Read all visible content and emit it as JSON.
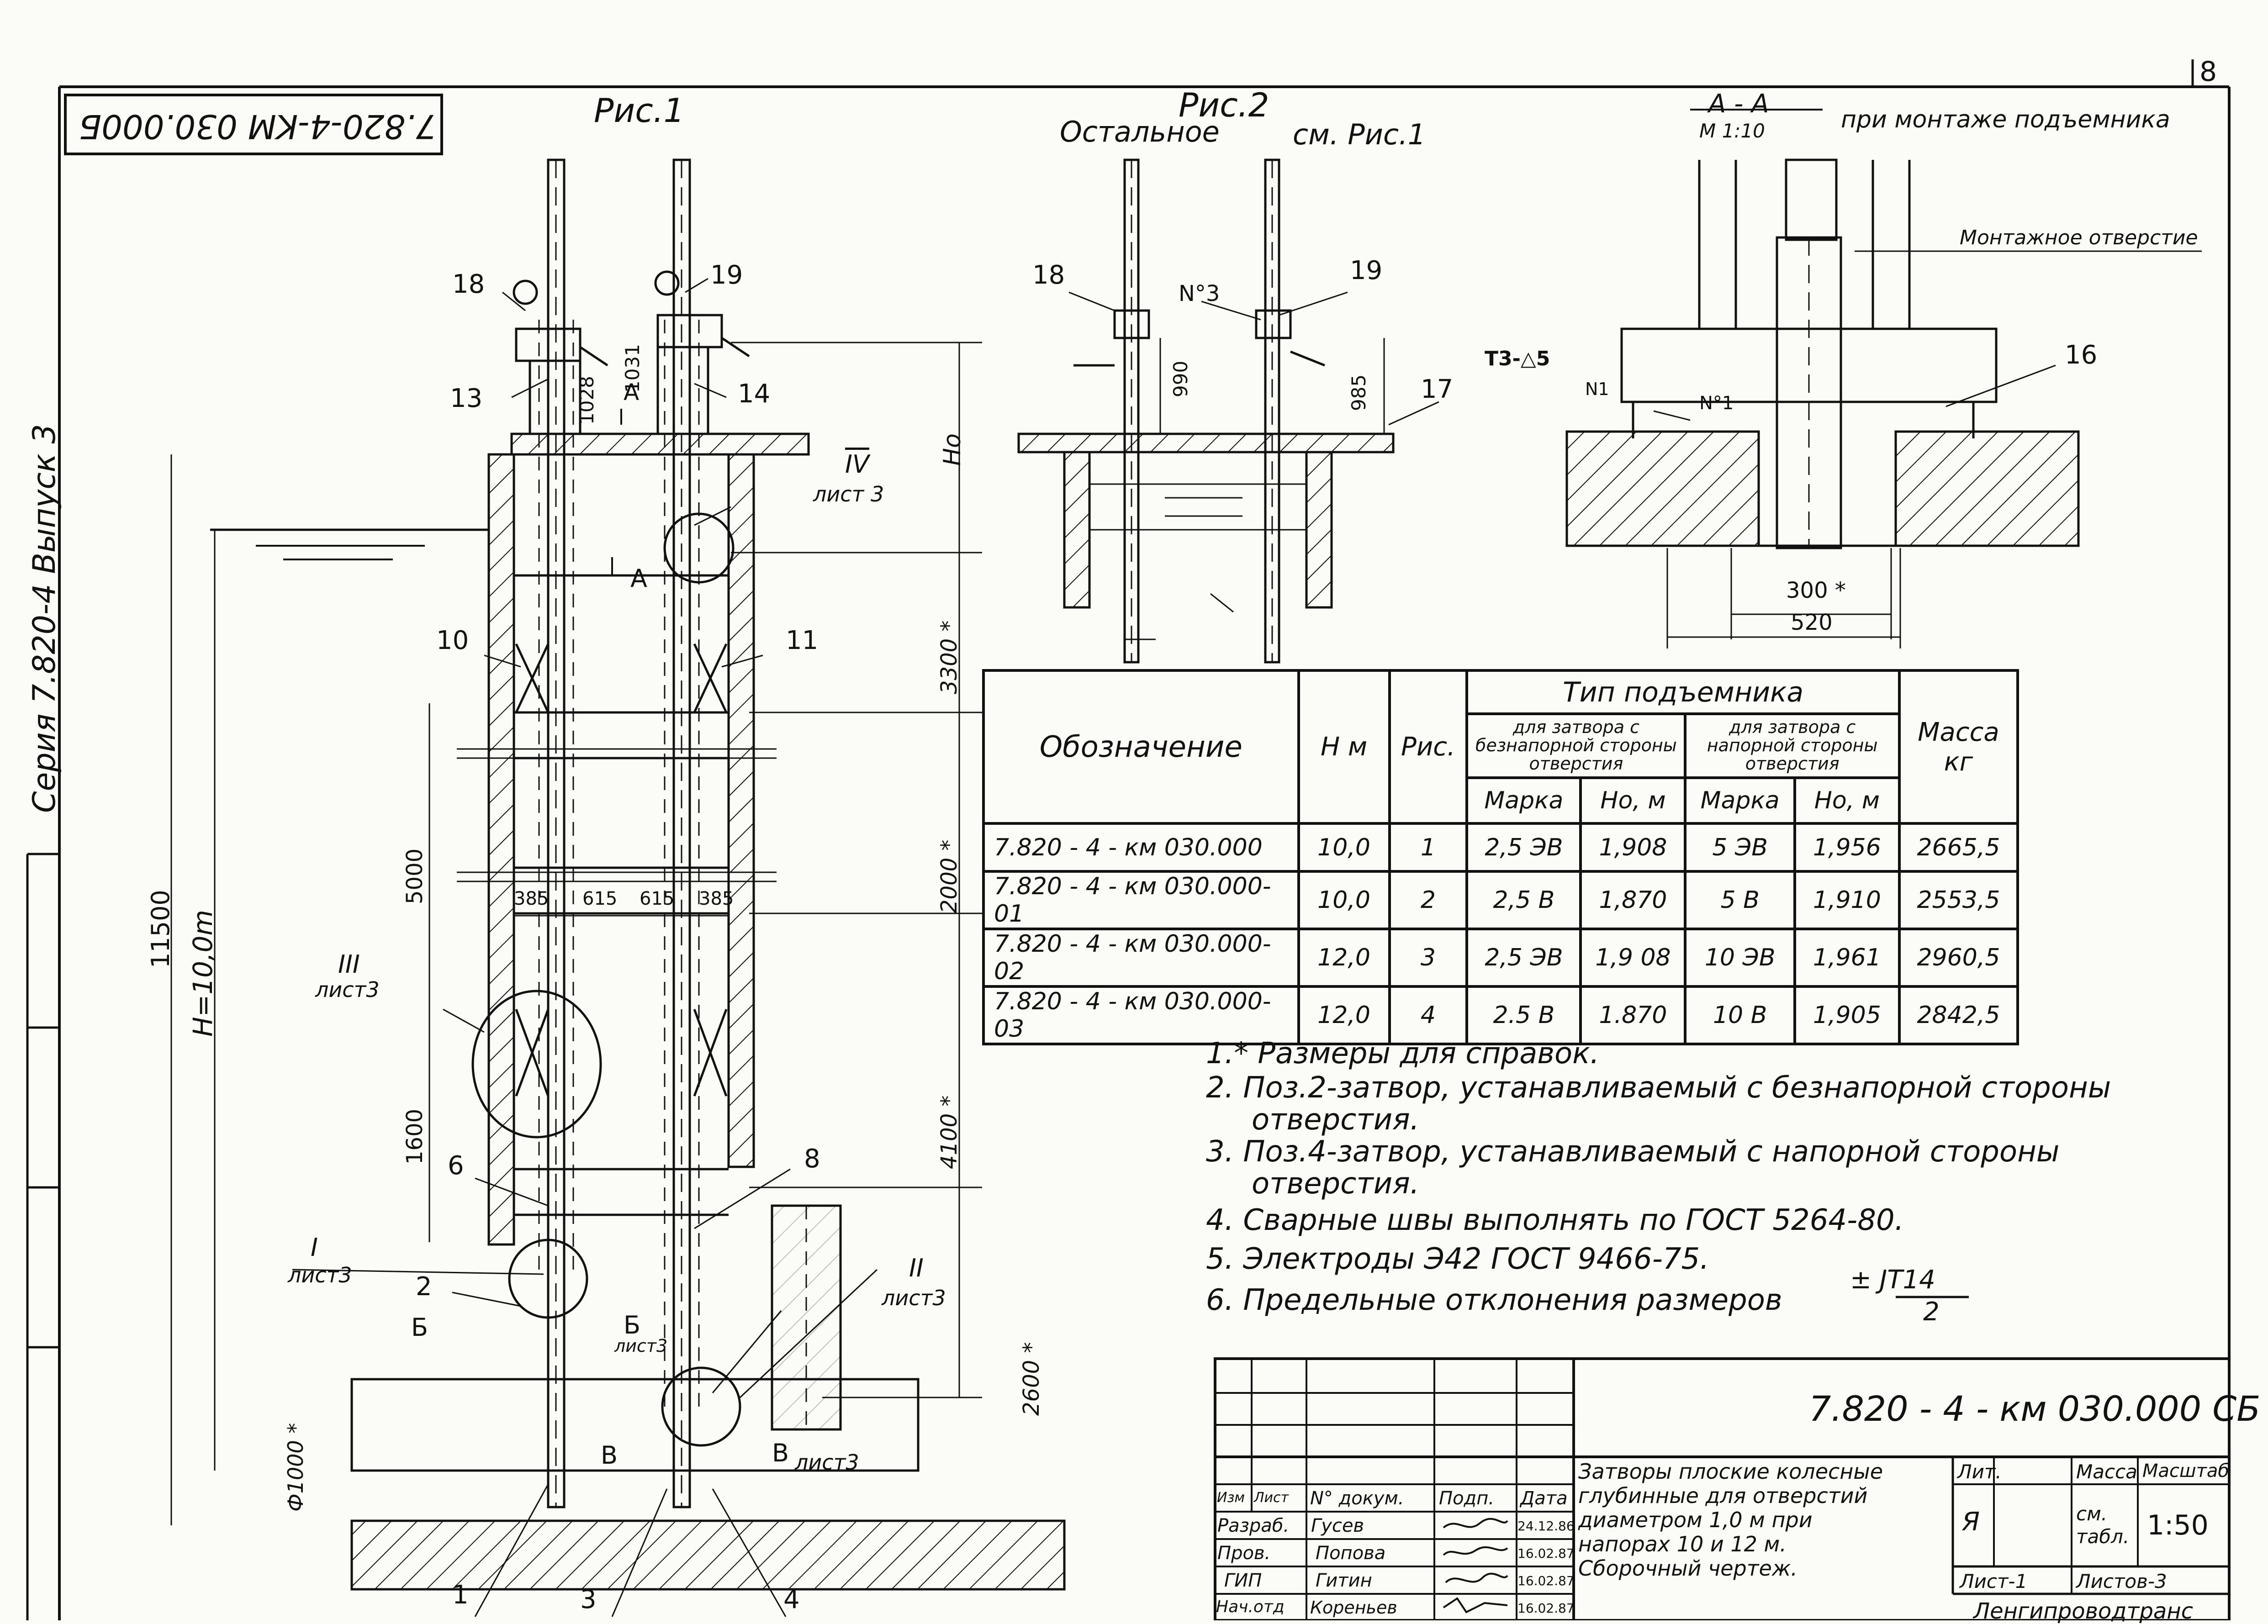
{
  "sheet": {
    "page_number": "8",
    "doc_code_rotated": "7.820-4-KM 030.000Б",
    "side_label": "Серия 7.820-4     Выпуск 3"
  },
  "figures": {
    "fig1_title": "Рис.1",
    "fig2_title": "Рис.2",
    "fig2_subtitle": "Остальное",
    "fig2_ref": "см. Рис.1",
    "section_title": "А - А",
    "section_scale": "М 1:10",
    "section_note": "при монтаже подъемника",
    "mount_hole": "Монтажное отверстие"
  },
  "callouts": {
    "fig1": [
      "18",
      "19",
      "13",
      "14",
      "10",
      "11",
      "6",
      "8",
      "2",
      "1",
      "3",
      "4"
    ],
    "fig2": [
      "18",
      "19",
      "17",
      "N°3"
    ],
    "section": [
      "16",
      "N°1",
      "Т3-△5",
      "N1"
    ],
    "views": [
      "IV",
      "лист 3",
      "III",
      "лист3",
      "I",
      "лист3",
      "II",
      "лист3",
      "Б",
      "Б",
      "лист3",
      "В",
      "В",
      "лист3",
      "А",
      "А"
    ]
  },
  "dimensions": {
    "fig1": [
      "1028",
      "1031",
      "Но",
      "3300 *",
      "2000 *",
      "4100 *",
      "2600 *",
      "5000",
      "1600",
      "11500",
      "H=10,0m",
      "385",
      "615",
      "615",
      "385",
      "Ф1000 *"
    ],
    "fig2": [
      "990",
      "985"
    ],
    "section": [
      "300 *",
      "520"
    ]
  },
  "table": {
    "col_designation": "Обозначение",
    "col_h": "Н м",
    "col_fig": "Рис.",
    "col_lift_type": "Тип подъемника",
    "col_dry_side": "для затвора с безнапорной стороны отверстия",
    "col_wet_side": "для затвора с напорной стороны отверстия",
    "col_mark": "Марка",
    "col_ho": "Но, м",
    "col_mass": "Масса",
    "col_mass_unit": "кг",
    "rows": [
      {
        "designation": "7.820 - 4 - км 030.000",
        "h": "10,0",
        "fig": "1",
        "mark1": "2,5 ЭВ",
        "ho1": "1,908",
        "mark2": "5 ЭВ",
        "ho2": "1,956",
        "mass": "2665,5"
      },
      {
        "designation": "7.820 - 4 - км 030.000-01",
        "h": "10,0",
        "fig": "2",
        "mark1": "2,5 В",
        "ho1": "1,870",
        "mark2": "5 В",
        "ho2": "1,910",
        "mass": "2553,5"
      },
      {
        "designation": "7.820 - 4 - км 030.000-02",
        "h": "12,0",
        "fig": "3",
        "mark1": "2,5 ЭВ",
        "ho1": "1,9 08",
        "mark2": "10 ЭВ",
        "ho2": "1,961",
        "mass": "2960,5"
      },
      {
        "designation": "7.820 - 4 - км 030.000-03",
        "h": "12,0",
        "fig": "4",
        "mark1": "2.5 В",
        "ho1": "1.870",
        "mark2": "10 В",
        "ho2": "1,905",
        "mass": "2842,5"
      }
    ]
  },
  "notes": [
    "1.* Размеры для справок.",
    "2. Поз.2-затвор, устанавливаемый с безнапорной стороны",
    "отверстия.",
    "3. Поз.4-затвор, устанавливаемый с напорной стороны",
    "отверстия.",
    "4. Сварные швы выполнять по ГОСТ 5264-80.",
    "5. Электроды Э42 ГОСТ 9466-75.",
    "6. Предельные отклонения размеров",
    "± JT14",
    "2"
  ],
  "title_block": {
    "doc_code": "7.820 - 4 - км 030.000 СБ",
    "title_lines": [
      "Затворы плоские колесные",
      "глубинные для отверстий",
      "диаметром 1,0 м при",
      "напорах 10 и 12 м.",
      "Сборочный чертеж."
    ],
    "head": [
      "Изм",
      "Лист",
      "N° докум.",
      "Подп.",
      "Дата"
    ],
    "rows": [
      {
        "role": "Разраб.",
        "name": "Гусев",
        "date": "24.12.86"
      },
      {
        "role": "Пров.",
        "name": "Попова",
        "date": "16.02.87"
      },
      {
        "role": "ГИП",
        "name": "Гитин",
        "date": "16.02.87"
      },
      {
        "role": "Нач.отд",
        "name": "Кореньев",
        "date": "16.02.87"
      }
    ],
    "lit_label": "Лит.",
    "lit_value": "Я",
    "mass_label": "Масса",
    "mass_value": "см. табл.",
    "scale_label": "Масштаб",
    "scale_value": "1:50",
    "sheet_label": "Лист-1",
    "sheets_label": "Листов-3",
    "org": "Ленгипроводтранс"
  }
}
